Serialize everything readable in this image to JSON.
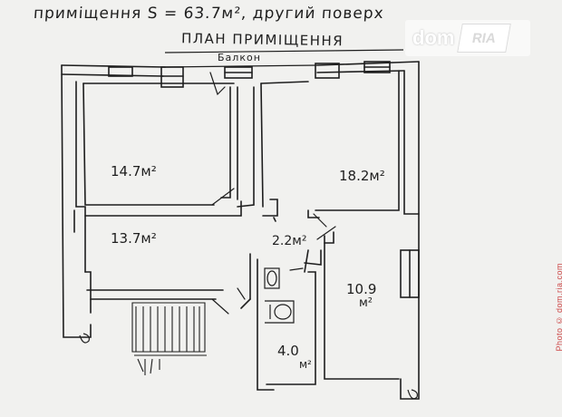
{
  "header": {
    "text": "приміщення S = 63.7м², другий поверх"
  },
  "plan_title": "ПЛАН ПРИМІЩЕННЯ",
  "balcony_label": "Балкон",
  "rooms": [
    {
      "id": "room-top-left",
      "area": "14.7м²"
    },
    {
      "id": "room-top-right",
      "area": "18.2м²"
    },
    {
      "id": "room-mid-left",
      "area": "13.7м²"
    },
    {
      "id": "hall",
      "area": "2.2м²"
    },
    {
      "id": "room-right",
      "area_number": "10.9",
      "area_unit": "м²"
    },
    {
      "id": "bathroom",
      "area_number": "4.0",
      "area_unit": "м²"
    }
  ],
  "watermark": {
    "brand": "dom",
    "partner": "RIA"
  },
  "side_credit": "Photo © dom.ria.com",
  "colors": {
    "ink": "#1e1e1e",
    "paper": "#f1f1ef",
    "credit": "#ce4a4a"
  }
}
